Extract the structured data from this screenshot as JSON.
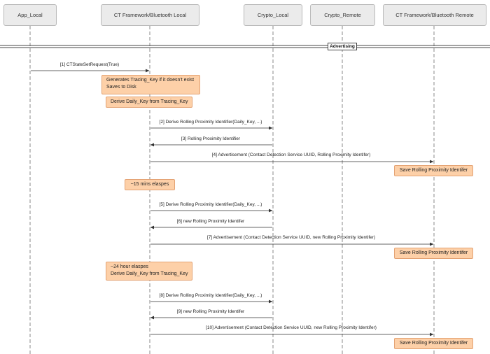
{
  "lanes": [
    {
      "label": "App_Local"
    },
    {
      "label": "CT Framework/Bluetooth Local"
    },
    {
      "label": "Crypto_Local"
    },
    {
      "label": "Crypto_Remote"
    },
    {
      "label": "CT Framework/Bluetooth Remote"
    }
  ],
  "section": {
    "label": "Advertising"
  },
  "messages": [
    {
      "label": "[1] CTStateSetRequest(True)",
      "from": 0,
      "to": 1
    },
    {
      "label": "[2] Derive Rolling Proximity Identifier(Daily_Key, ...)",
      "from": 1,
      "to": 2
    },
    {
      "label": "[3] Rolling Proximity Identifier",
      "from": 2,
      "to": 1
    },
    {
      "label": "[4] Advertisement (Contact Detection Service UUID, Rolling Proximity Identifer)",
      "from": 1,
      "to": 4
    },
    {
      "label": "[5] Derive Rolling Proximity Identifier(Daily_Key, ...)",
      "from": 1,
      "to": 2
    },
    {
      "label": "[6] new Rolling Proximity Identifer",
      "from": 2,
      "to": 1
    },
    {
      "label": "[7] Advertisement (Contact Detection Service UUID, new Rolling Proximity Identifer)",
      "from": 1,
      "to": 4
    },
    {
      "label": "[8] Derive Rolling Proximity Identifier(Daily_Key, ...)",
      "from": 1,
      "to": 2
    },
    {
      "label": "[9] new Rolling Proximity Identifer",
      "from": 2,
      "to": 1
    },
    {
      "label": "[10] Advertisement (Contact Detection Service UUID, new Rolling Proximity Identifer)",
      "from": 1,
      "to": 4
    }
  ],
  "notes": [
    {
      "lines": [
        "Generates Tracing_Key if it doesn't exist",
        "Saves to Disk"
      ]
    },
    {
      "lines": [
        "Derive Daily_Key from Tracing_Key"
      ]
    },
    {
      "lines": [
        "Save Rolling Proximity Identifer"
      ]
    },
    {
      "lines": [
        "~15 mins elaspes"
      ]
    },
    {
      "lines": [
        "Save Rolling Proximity Identifer"
      ]
    },
    {
      "lines": [
        "~24 hour elaspes",
        "Derive Daily_Key from Tracing_Key"
      ]
    },
    {
      "lines": [
        "Save Rolling Proximity Identifer"
      ]
    }
  ],
  "colors": {
    "note_fill": "#fdd0a8",
    "note_border": "#e3a273",
    "lane_fill": "#ebebeb",
    "lifeline": "#888888"
  }
}
